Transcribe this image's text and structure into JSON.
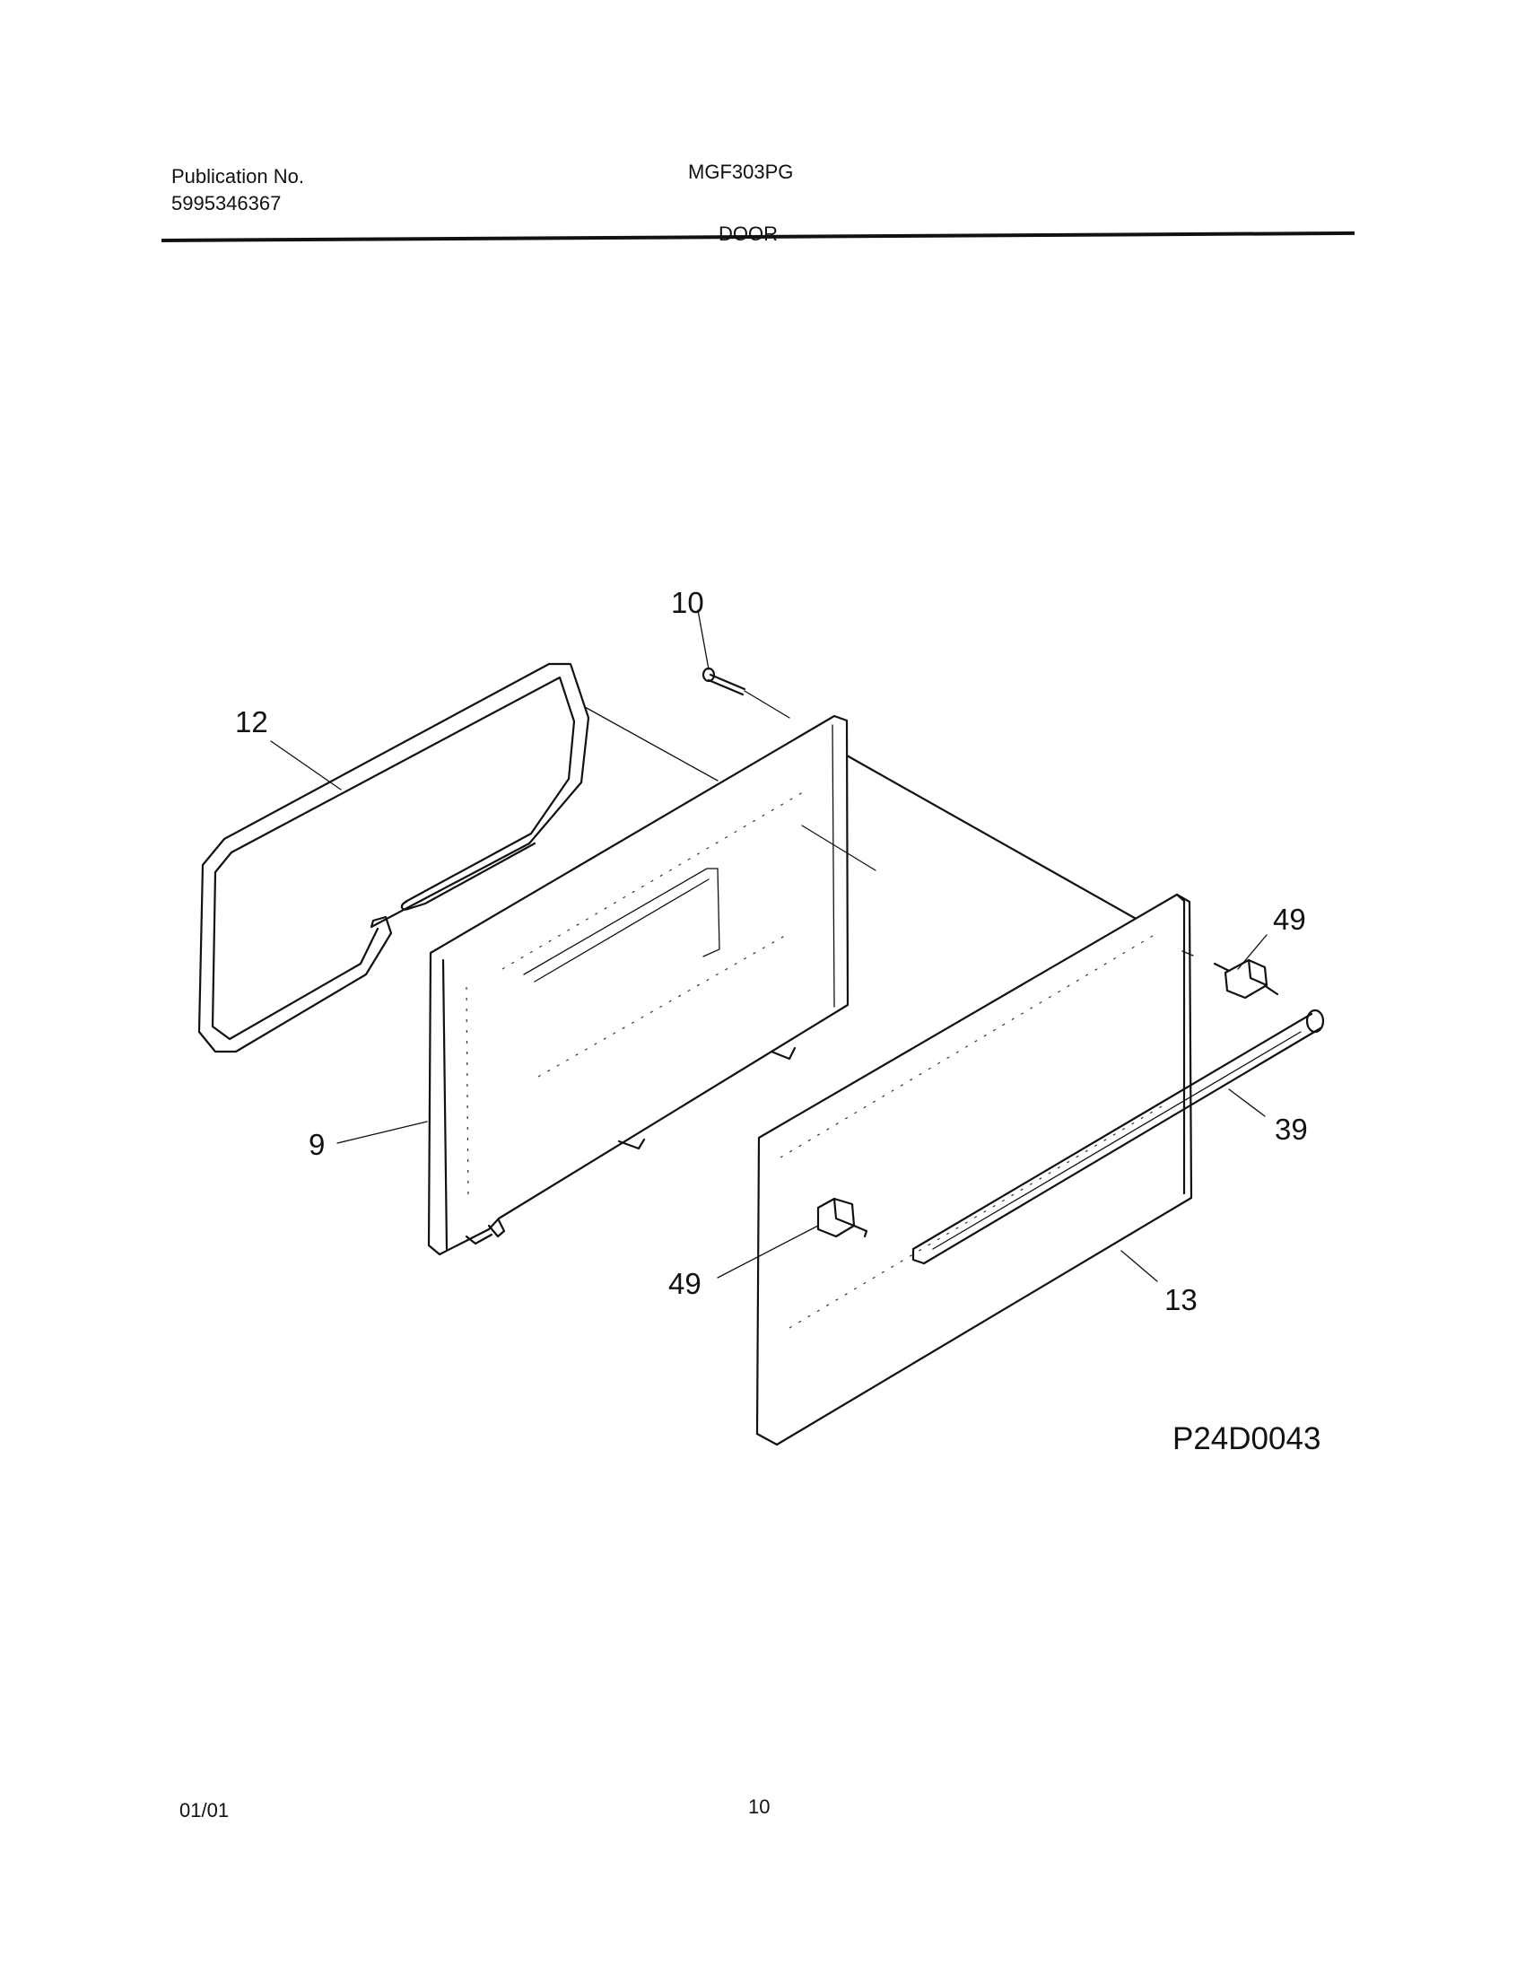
{
  "header": {
    "publication_label": "Publication No.",
    "publication_number": "5995346367",
    "model": "MGF303PG",
    "section": "DOOR"
  },
  "diagram": {
    "figure_code": "P24D0043",
    "callouts": {
      "gasket": "12",
      "screw": "10",
      "inner_panel": "9",
      "clip_right": "49",
      "clip_left": "49",
      "handle": "39",
      "outer_panel": "13"
    }
  },
  "footer": {
    "date": "01/01",
    "page_number": "10"
  }
}
